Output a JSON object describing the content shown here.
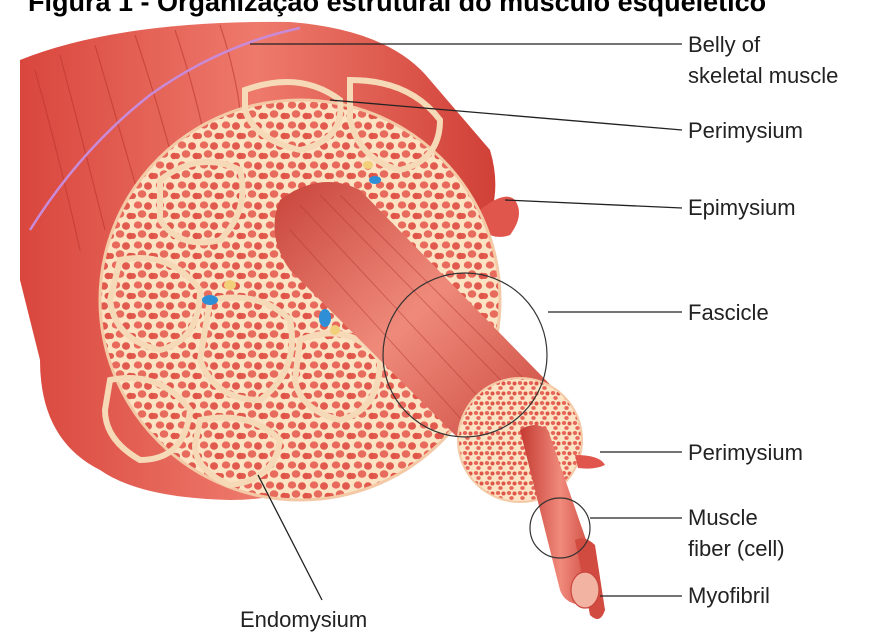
{
  "title": "Figura 1 - Organização estrutural do músculo esquelético",
  "labels": {
    "belly_line1": "Belly of",
    "belly_line2": "skeletal muscle",
    "perimysium_top": "Perimysium",
    "epimysium": "Epimysium",
    "fascicle": "Fascicle",
    "perimysium_bottom": "Perimysium",
    "muscle_fiber_line1": "Muscle",
    "muscle_fiber_line2": "fiber (cell)",
    "myofibril": "Myofibril",
    "endomysium": "Endomysium"
  },
  "colors": {
    "muscle_red": "#e4574e",
    "muscle_dark": "#b5332d",
    "fascicle_fill": "#e9756a",
    "connective_tissue": "#fbe3c3",
    "sheath_pink": "#c98bd8",
    "vessel_blue": "#2f8fd6",
    "nerve_yellow": "#f2d07a"
  }
}
